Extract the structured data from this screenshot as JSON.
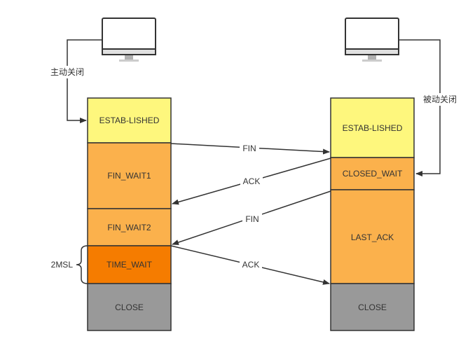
{
  "colors": {
    "light_yellow": "#fef77d",
    "orange": "#fbb14c",
    "dark_orange": "#f57c00",
    "gray": "#999999",
    "stroke": "#333333"
  },
  "client": {
    "icon": "monitor-icon",
    "action_label": "主动关闭",
    "states": [
      {
        "id": "estab",
        "label": "ESTAB-LISHED",
        "color": "light_yellow"
      },
      {
        "id": "fin_wait1",
        "label": "FIN_WAIT1",
        "color": "orange"
      },
      {
        "id": "fin_wait2",
        "label": "FIN_WAIT2",
        "color": "orange"
      },
      {
        "id": "time_wait",
        "label": "TIME_WAIT",
        "color": "dark_orange"
      },
      {
        "id": "close",
        "label": "CLOSE",
        "color": "gray"
      }
    ],
    "brace_label": "2MSL"
  },
  "server": {
    "icon": "monitor-icon",
    "action_label": "被动关闭",
    "states": [
      {
        "id": "estab",
        "label": "ESTAB-LISHED",
        "color": "light_yellow"
      },
      {
        "id": "closed_wait",
        "label": "CLOSED_WAIT",
        "color": "orange"
      },
      {
        "id": "last_ack",
        "label": "LAST_ACK",
        "color": "orange"
      },
      {
        "id": "close",
        "label": "CLOSE",
        "color": "gray"
      }
    ]
  },
  "messages": [
    {
      "label": "FIN",
      "direction": "client-to-server"
    },
    {
      "label": "ACK",
      "direction": "server-to-client"
    },
    {
      "label": "FIN",
      "direction": "server-to-client"
    },
    {
      "label": "ACK",
      "direction": "client-to-server"
    }
  ]
}
